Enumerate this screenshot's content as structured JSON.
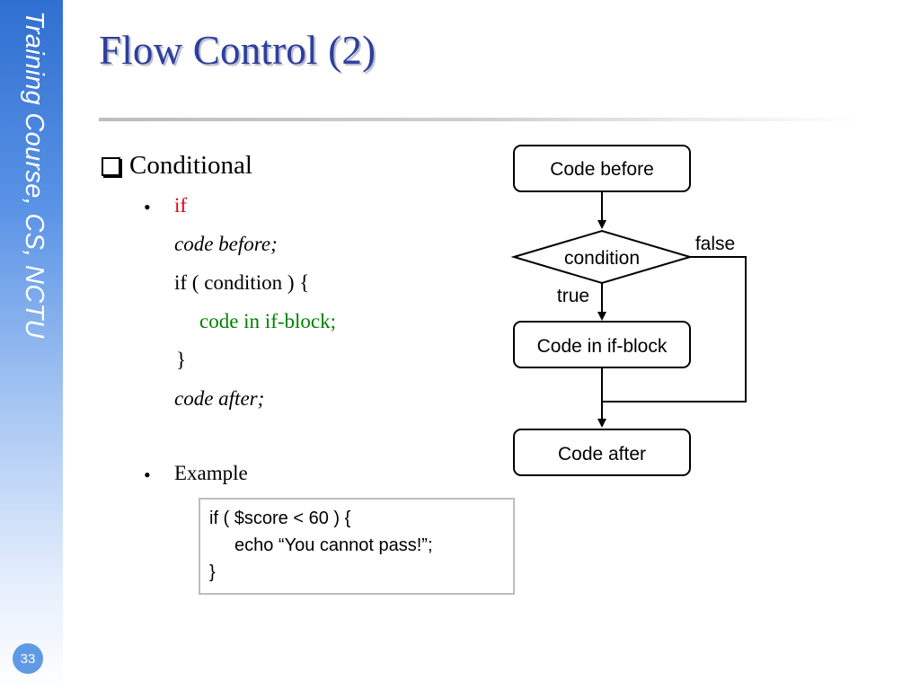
{
  "sidebar": {
    "course": "Training Course, CS, NCTU",
    "page_number": "33"
  },
  "slide": {
    "title": "Flow Control (2)"
  },
  "content": {
    "heading": "Conditional",
    "bullet_if": "if",
    "code_before": "code before;",
    "if_line": "if ( condition ) {",
    "code_in_block": "code in if-block;",
    "close_brace": "}",
    "code_after": "code after;",
    "bullet_example": "Example"
  },
  "example_code": {
    "line1": "if ( $score < 60 ) {",
    "line2": "echo “You cannot pass!”;",
    "line3": "}"
  },
  "flowchart": {
    "code_before": "Code before",
    "condition": "condition",
    "false_label": "false",
    "true_label": "true",
    "if_block": "Code in if-block",
    "code_after": "Code after"
  },
  "colors": {
    "title": "#2d3f9c",
    "if_keyword": "#e0001b",
    "block_code": "#008000",
    "sidebar": "#2f6fd0"
  }
}
